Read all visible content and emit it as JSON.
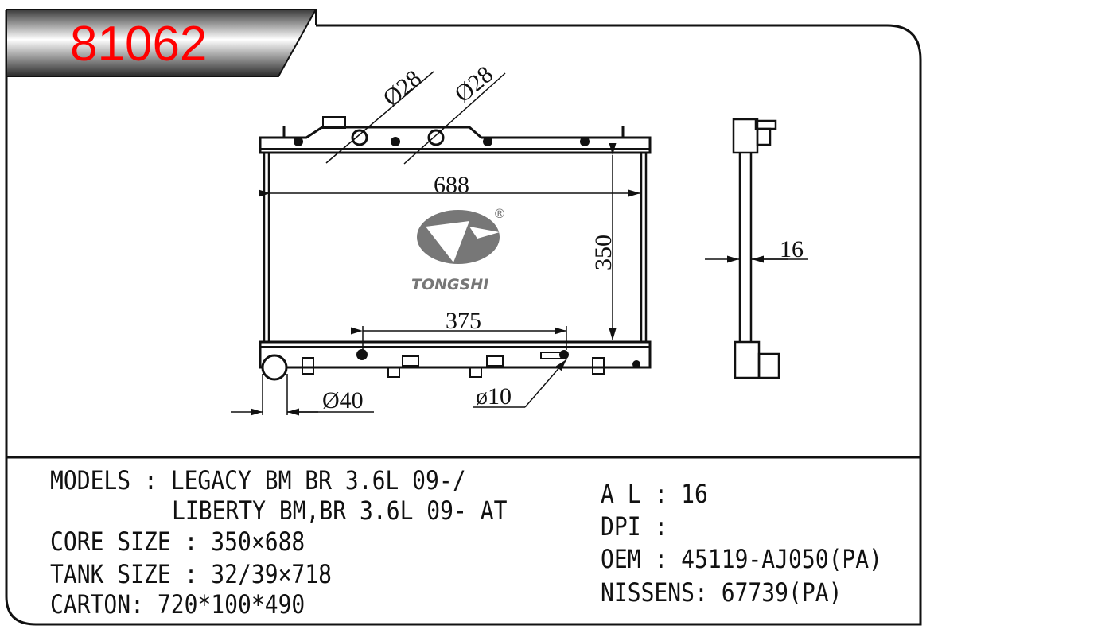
{
  "part_number": "81062",
  "colors": {
    "part_number": "#ff0000",
    "line": "#111111"
  },
  "drawing": {
    "dim_inlet_1": "Ø28",
    "dim_inlet_2": "Ø28",
    "dim_core_width": "688",
    "dim_core_height": "350",
    "dim_offset": "375",
    "dim_outlet": "Ø40",
    "dim_drain": "ø10",
    "dim_thickness": "16",
    "logo_text": "TONGSHI",
    "logo_registered": "®"
  },
  "specs": {
    "models_line1": "MODELS : LEGACY BM BR 3.6L 09-/",
    "models_line2": "LIBERTY BM,BR 3.6L 09- AT",
    "core_size": "CORE SIZE : 350×688",
    "tank_size": "TANK SIZE : 32/39×718",
    "carton": "CARTON: 720*100*490",
    "al": "A L : 16",
    "dpi": "DPI :",
    "oem": "OEM : 45119-AJ050(PA)",
    "nissens": "NISSENS: 67739(PA)"
  }
}
